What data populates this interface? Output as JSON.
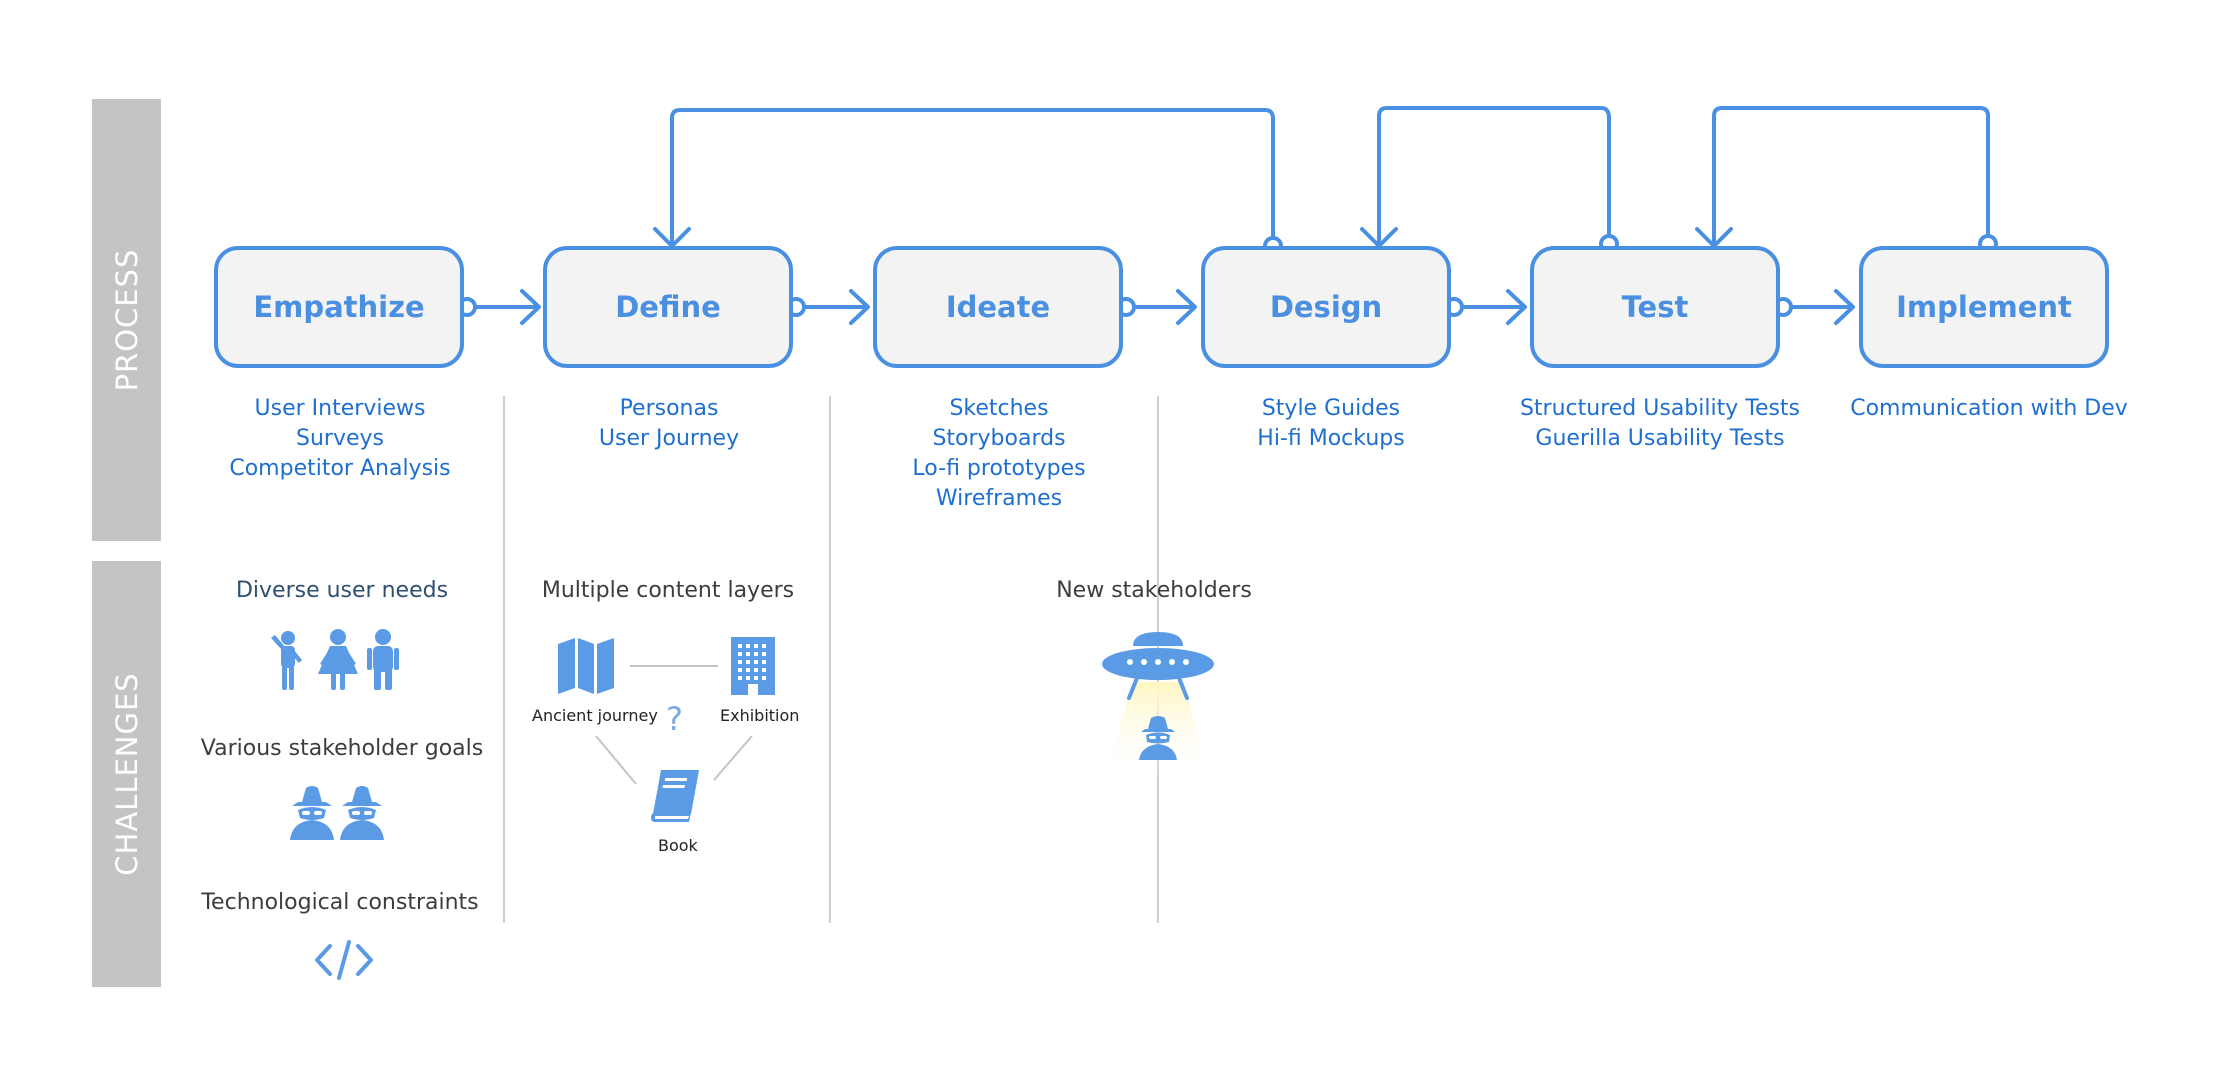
{
  "bands": {
    "process": "PROCESS",
    "challenges": "CHALLENGES"
  },
  "stages": [
    {
      "label": "Empathize",
      "methods": [
        "User Interviews",
        "Surveys",
        "Competitor Analysis"
      ]
    },
    {
      "label": "Define",
      "methods": [
        "Personas",
        "User Journey"
      ]
    },
    {
      "label": "Ideate",
      "methods": [
        "Sketches",
        "Storyboards",
        "Lo-fi prototypes",
        "Wireframes"
      ]
    },
    {
      "label": "Design",
      "methods": [
        "Style Guides",
        "Hi-fi Mockups"
      ]
    },
    {
      "label": "Test",
      "methods": [
        "Structured Usability Tests",
        "Guerilla Usability Tests"
      ]
    },
    {
      "label": "Implement",
      "methods": [
        "Communication with Dev"
      ]
    }
  ],
  "challenges": {
    "empathize": [
      {
        "title": "Diverse user needs",
        "icon": "people-icon"
      },
      {
        "title": "Various stakeholder goals",
        "icon": "spy-icon"
      },
      {
        "title": "Technological constraints",
        "icon": "code-icon"
      }
    ],
    "define": {
      "title": "Multiple content layers",
      "nodes": [
        "Ancient journey",
        "Exhibition",
        "Book"
      ],
      "question": "?"
    },
    "design": {
      "title": "New stakeholders",
      "icon": "ufo-icon"
    }
  },
  "colors": {
    "accent": "#4a90e2",
    "method_text": "#1f6fd0",
    "band": "#c4c4c4",
    "stage_fill": "#f3f3f3"
  }
}
